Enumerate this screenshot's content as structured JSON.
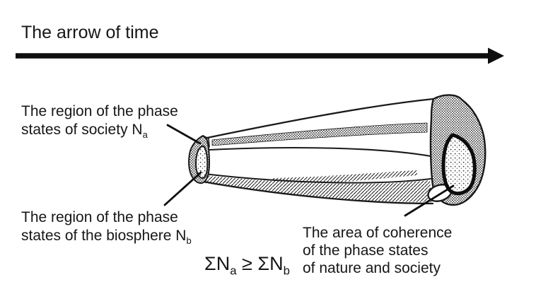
{
  "title": "The arrow of time",
  "labels": {
    "society": {
      "line1": "The region of the phase",
      "line2": "states of society N",
      "line2_sub": "a"
    },
    "biosphere": {
      "line1": "The region of the phase",
      "line2": "states of the biosphere N",
      "line2_sub": "b"
    },
    "coherence": {
      "line1": "The area of coherence",
      "line2": "of the phase states",
      "line3": "of nature and society"
    }
  },
  "formula": {
    "lhs": "ΣN",
    "lhs_sub": "a",
    "op": "≥",
    "rhs": "ΣN",
    "rhs_sub": "b"
  },
  "colors": {
    "ink": "#161616",
    "background": "#ffffff"
  }
}
